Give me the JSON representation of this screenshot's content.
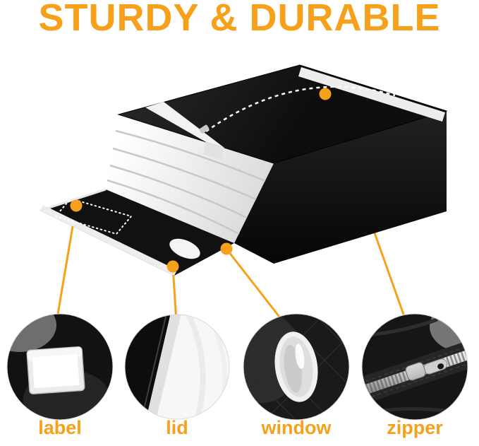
{
  "headline": "STURDY & DURABLE",
  "colors": {
    "accent_orange": "#F7A11B",
    "box_black": "#121212",
    "background": "#FFFFFF"
  },
  "features": [
    {
      "id": "label",
      "label": "label"
    },
    {
      "id": "lid",
      "label": "lid"
    },
    {
      "id": "window",
      "label": "window"
    },
    {
      "id": "zipper",
      "label": "zipper"
    }
  ]
}
